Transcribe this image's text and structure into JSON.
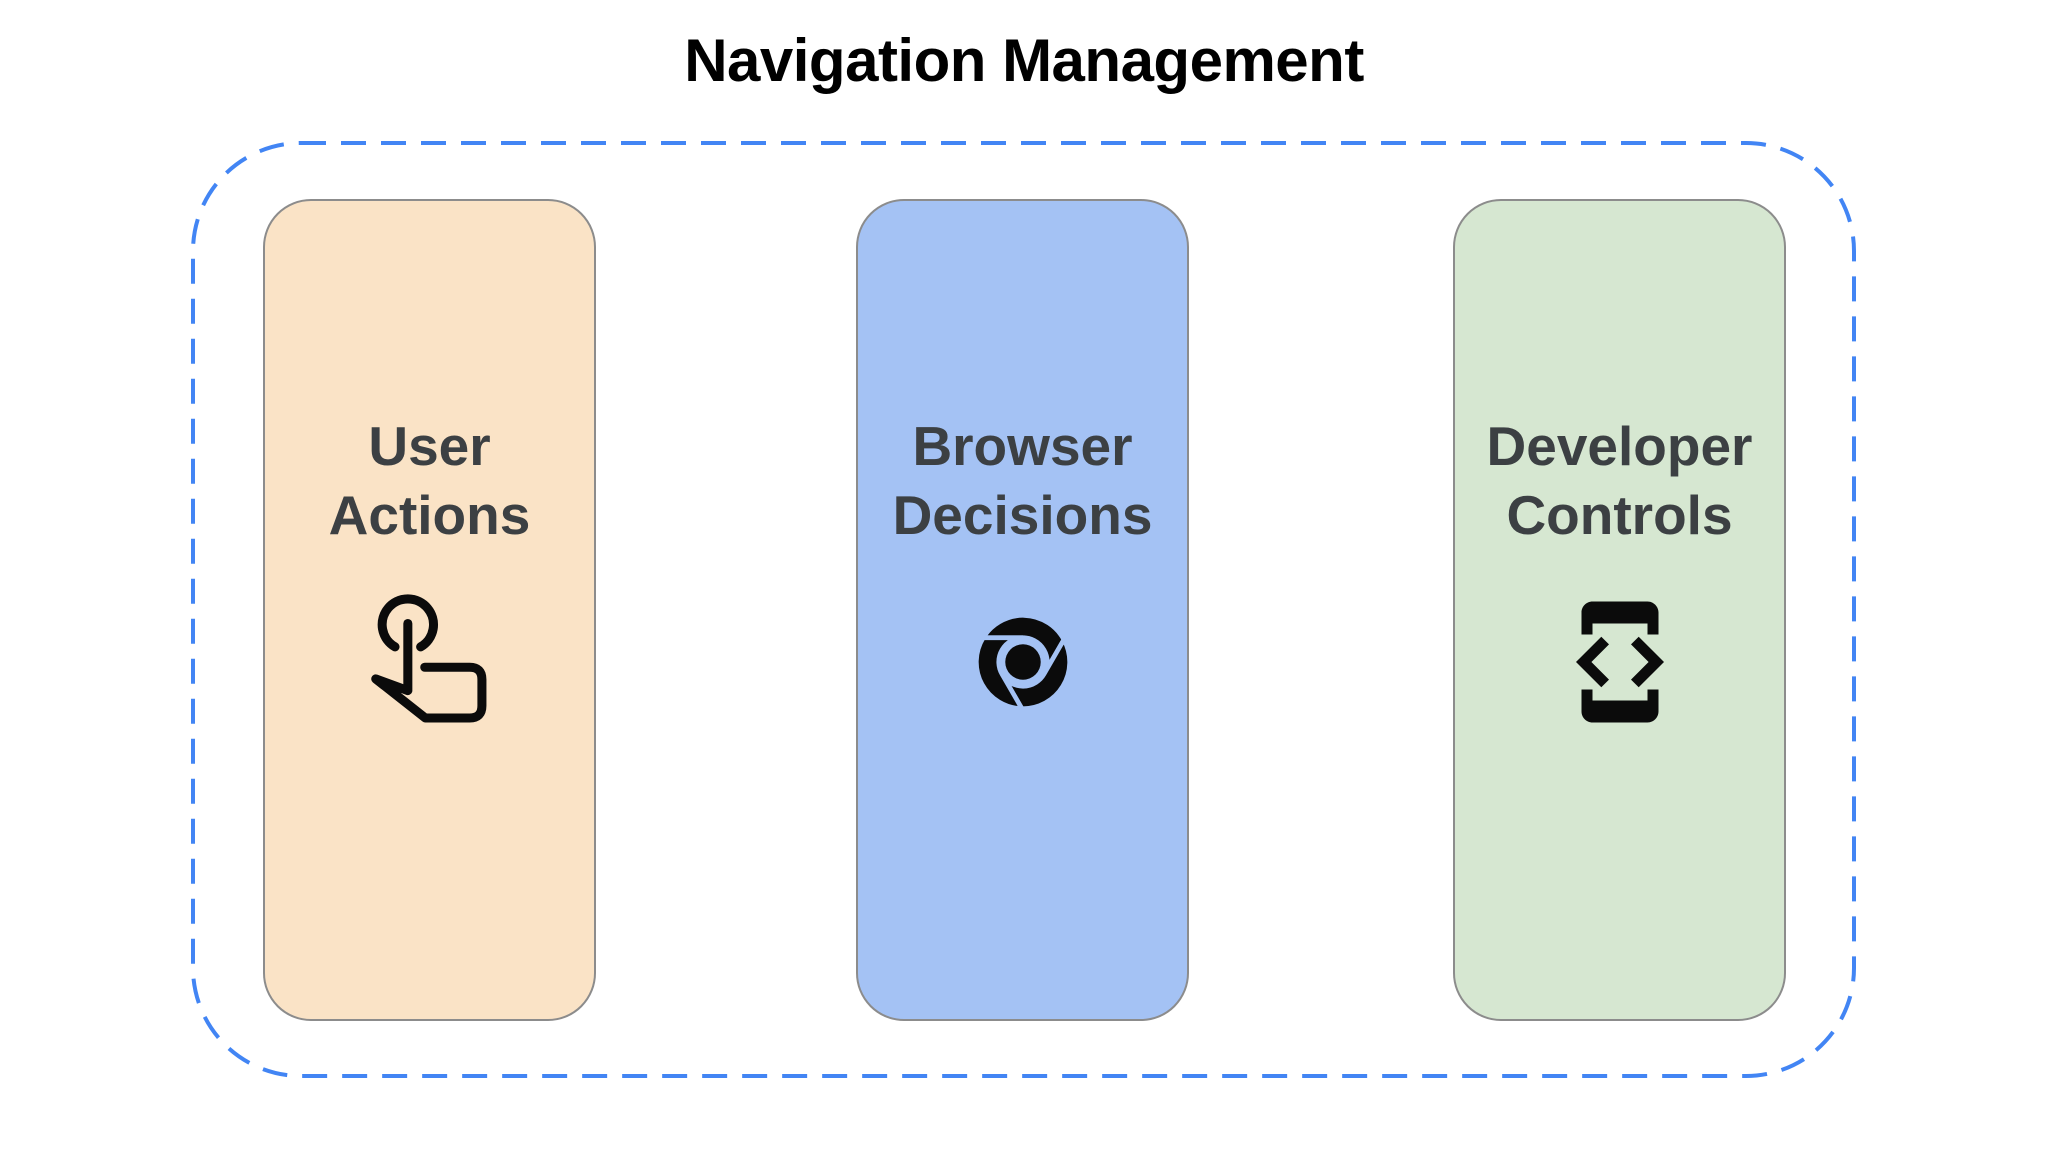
{
  "title": "Navigation Management",
  "colors": {
    "dashed_border": "#4285F4",
    "card_border": "#8C8C8C",
    "label_text": "#3C4043",
    "title_text": "#000000",
    "icon_black": "#0B0B0B"
  },
  "container": {
    "description_icon": "dashed-rounded-rectangle-group",
    "cards": [
      {
        "id": "user-actions",
        "label_lines": [
          "User",
          "Actions"
        ],
        "icon": "tap-gesture-icon",
        "bg": "#FAE3C6"
      },
      {
        "id": "browser-decisions",
        "label_lines": [
          "Browser",
          "Decisions"
        ],
        "icon": "chrome-browser-icon",
        "bg": "#A4C2F4"
      },
      {
        "id": "developer-controls",
        "label_lines": [
          "Developer",
          "Controls"
        ],
        "icon": "developer-mode-icon",
        "bg": "#D6E7D1"
      }
    ]
  }
}
